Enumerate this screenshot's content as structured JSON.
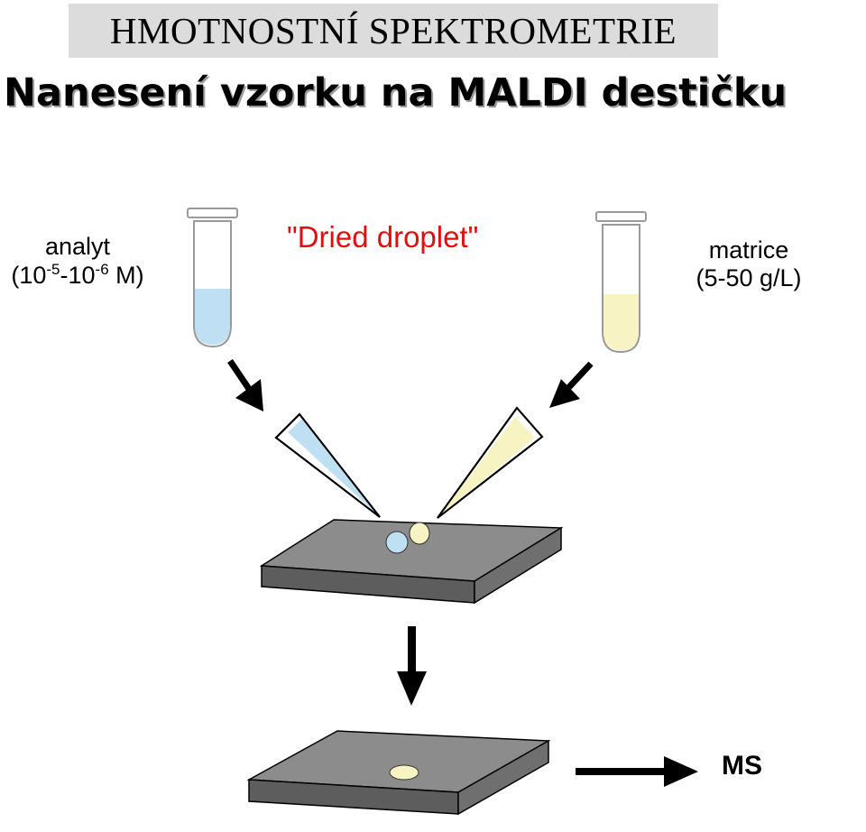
{
  "header": {
    "title": "HMOTNOSTNÍ SPEKTROMETRIE"
  },
  "slide": {
    "subtitle": "Nanesení vzorku na MALDI destičku"
  },
  "diagram": {
    "method": "\"Dried droplet\"",
    "analyte": {
      "name": "analyt",
      "conc_open": "(10",
      "exp1": "-5",
      "dash": "-10",
      "exp2": "-6",
      "conc_close": " M)"
    },
    "matrix": {
      "name": "matrice",
      "conc": "(5-50 g/L)"
    },
    "output": "MS",
    "colors": {
      "analyte": "#bfe0f3",
      "matrix": "#f8f3c2",
      "plate_top": "#8c8c8c",
      "plate_side": "#5d5d5d",
      "method_text": "#e01010"
    }
  }
}
